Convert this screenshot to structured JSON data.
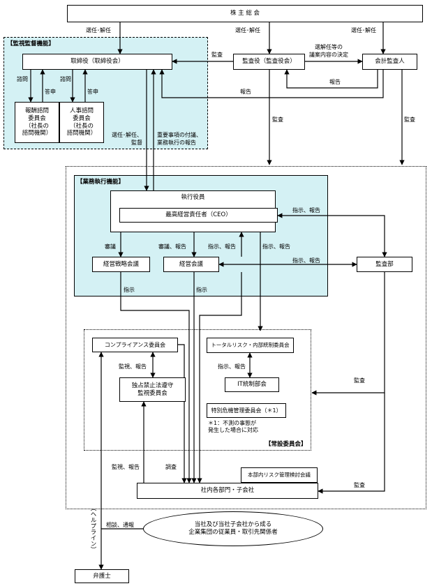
{
  "boxes": {
    "shareholders": "株 主 総 会",
    "board": "取締役（取締役会）",
    "auditors": "監査役（監査役会）",
    "accounting_auditor": "会計監査人",
    "comp_committee": "報酬諮問\n委員会\n（社長の\n諮問機関）",
    "hr_committee": "人事諮問\n委員会\n（社長の\n諮問機関）",
    "executive_officers": "執行役員",
    "ceo": "最高経営責任者（CEO）",
    "strategy_meeting": "経営戦略会議",
    "management_meeting": "経営会議",
    "audit_dept": "監査部",
    "compliance": "コンプライアンス委員会",
    "antitrust": "独占禁止法遵守\n監視委員会",
    "total_risk": "トータルリスク・内部統制委員会",
    "it_control": "IT統制部会",
    "crisis": "特別危機管理委員会（＊1）",
    "divisions": "社内各部門・子会社",
    "risk_meeting": "本部内リスク管理検討会議",
    "employees": "当社及び当社子会社から成る\n企業集団の従業員・取引先関係者",
    "lawyer": "弁護士"
  },
  "regions": {
    "supervision": "【監視監督機能】",
    "execution": "【業務執行機能】",
    "standing": "【常設委員会】"
  },
  "notes": {
    "crisis_note": "＊1：不測の事態が\n発生した場合に対応",
    "helpline": "（ヘルプライン）"
  },
  "labels": {
    "elect_1": "選任･解任",
    "elect_2": "選任･解任",
    "elect_3": "選任･解任",
    "audit_board": "監査",
    "decide": "選解任等の\n議案内容の決定",
    "report_aud": "報告",
    "report_acc": "報告",
    "consult_1": "諮問",
    "consult_2": "諮問",
    "answer_1": "答申",
    "answer_2": "答申",
    "elect_supervise": "選任･解任、\n監督",
    "proposal_report": "重要事項の付議、\n業務執行の報告",
    "audit_1": "監査",
    "audit_2": "監査",
    "instr_report_ceo": "指示、報告",
    "deliberate": "審議",
    "deliberate_report": "審議、報告",
    "instr_report_1": "指示、報告",
    "instr_report_2": "指示、報告",
    "instr_report_3": "指示、報告",
    "instr_1": "指示",
    "instr_2": "指示",
    "monitor_report_1": "監視、報告",
    "instr_report_4": "指示、報告",
    "audit_3": "監査",
    "monitor_report_2": "監視、報告",
    "investigate": "調査",
    "audit_4": "監査",
    "consult_notify": "相談、通報"
  }
}
